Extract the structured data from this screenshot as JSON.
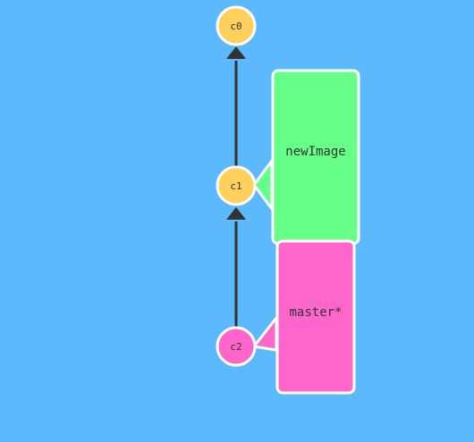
{
  "commits": [
    {
      "id": "c0",
      "label": "c0",
      "color": "#ffd05c"
    },
    {
      "id": "c1",
      "label": "c1",
      "color": "#ffd05c"
    },
    {
      "id": "c2",
      "label": "c2",
      "color": "#ff66cc"
    }
  ],
  "branches": [
    {
      "id": "newImage",
      "label": "newImage",
      "target": "c1",
      "color": "#66ff88"
    },
    {
      "id": "master",
      "label": "master*",
      "target": "c2",
      "color": "#ff66cc"
    }
  ],
  "colors": {
    "background": "#5cb9fc",
    "edge": "#333333",
    "outline": "#ffffff"
  }
}
